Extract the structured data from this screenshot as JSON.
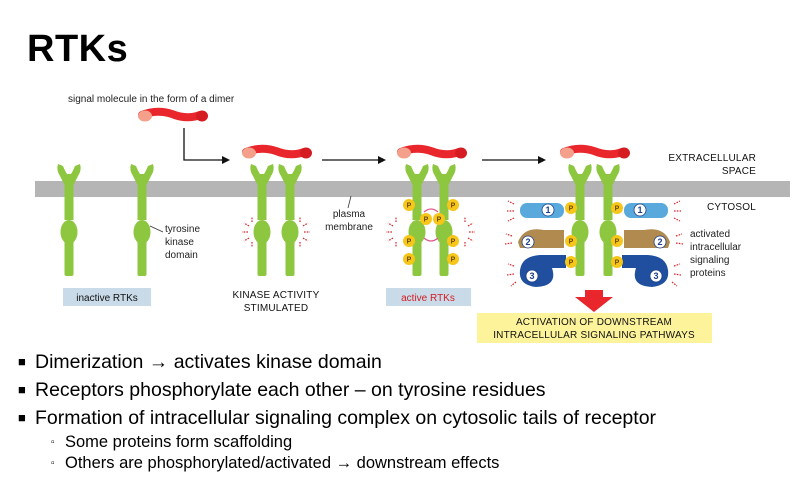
{
  "title": "RTKs",
  "figure": {
    "signal_label": "signal molecule in the form of a dimer",
    "extracellular_line1": "EXTRACELLULAR",
    "extracellular_line2": "SPACE",
    "cytosol": "CYTOSOL",
    "tyrosine_kinase_domain": [
      "tyrosine",
      "kinase",
      "domain"
    ],
    "plasma_membrane": [
      "plasma",
      "membrane"
    ],
    "inactive_rtks": "inactive RTKs",
    "kinase_activity": [
      "KINASE ACTIVITY",
      "STIMULATED"
    ],
    "active_rtks": "active RTKs",
    "activated_proteins": [
      "activated",
      "intracellular",
      "signaling",
      "proteins"
    ],
    "downstream": [
      "ACTIVATION OF DOWNSTREAM",
      "INTRACELLULAR SIGNALING PATHWAYS"
    ],
    "phospho_label": "P",
    "protein_numbers": [
      "1",
      "2",
      "3"
    ],
    "colors": {
      "receptor": "#8dc63f",
      "membrane": "#b5b5b5",
      "signal": "#e8262b",
      "signal_light": "#f4a08a",
      "phosphate": "#f6c61a",
      "protein1": "#5aa9dc",
      "protein2": "#b08a4e",
      "protein3": "#1f4f9e",
      "tag_blue": "#c9dbe8",
      "tag_yellow": "#fdf39a",
      "arrow_red": "#e8262b"
    }
  },
  "bullets": [
    "Dimerization → activates kinase domain",
    "Receptors phosphorylate each other – on tyrosine residues",
    "Formation of intracellular signaling complex on cytosolic tails of receptor"
  ],
  "sub_bullets": [
    "Some proteins form scaffolding",
    "Others are phosphorylated/activated → downstream effects"
  ]
}
